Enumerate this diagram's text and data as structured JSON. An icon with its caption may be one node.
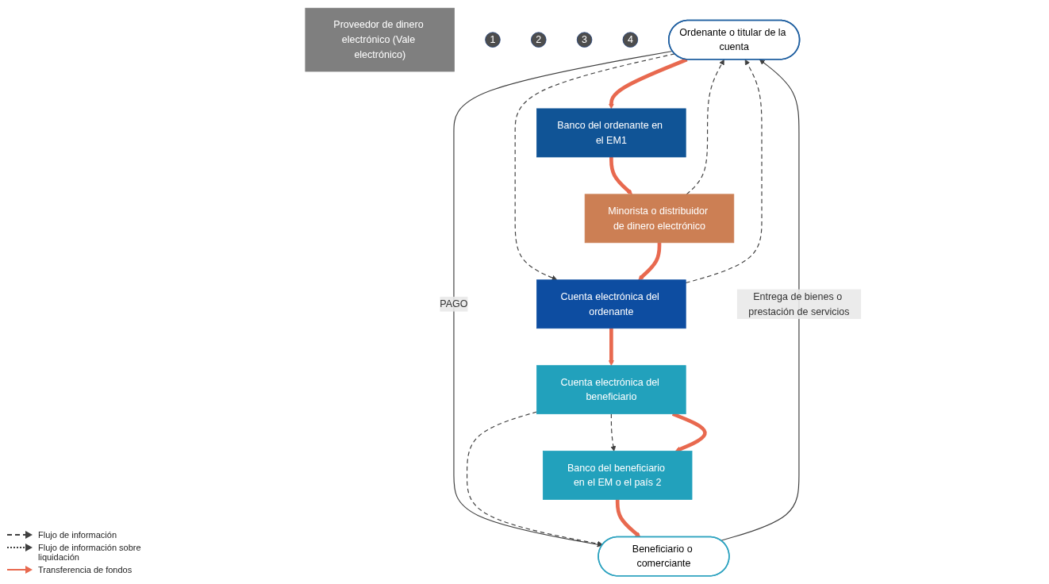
{
  "diagram": {
    "nodes": [
      {
        "text": [
          "Ordenante o titular de la cuenta"
        ]
      },
      {
        "text": [
          "Beneficiario o comerciante"
        ]
      },
      {
        "text": [
          "Minorista o distribuidor de dinero electrónico"
        ]
      },
      {
        "text": [
          "Cuenta electrónica del ordenante"
        ]
      },
      {
        "text": [
          "Proveedor de dinero electrónico (Vale electrónico)"
        ]
      },
      {
        "text": [
          "Cuenta electrónica del beneficiario"
        ]
      },
      {
        "text": [
          "Banco del ordenante en el EM1"
        ]
      },
      {
        "text": [
          "Banco del beneficiario en el EM o el país 2"
        ]
      },
      {
        "text": [
          "1"
        ]
      },
      {
        "text": [
          "2"
        ]
      },
      {
        "text": [
          "3"
        ]
      },
      {
        "text": [
          "4"
        ]
      }
    ],
    "edges": [
      {
        "from": 0,
        "to": 1,
        "arrow": "to",
        "label": "PAGO"
      },
      {
        "from": 1,
        "to": 0,
        "arrow": "to",
        "label": "Entrega de bienes o prestación de servicios"
      },
      {
        "from": 0,
        "to": 3,
        "arrow": "to",
        "style": "dashed"
      },
      {
        "from": 3,
        "to": 0,
        "arrow": "to",
        "style": "dashed"
      },
      {
        "from": 2,
        "to": 0,
        "arrow": "to",
        "style": "dashed"
      },
      {
        "from": 2,
        "to": 3,
        "arrow": "to",
        "style": "thick",
        "color": "#e8694f"
      },
      {
        "from": 6,
        "to": 2,
        "arrow": "to",
        "style": "thick",
        "color": "#e8694f"
      },
      {
        "from": 0,
        "to": 6,
        "arrow": "to",
        "style": "thick",
        "color": "#e8694f"
      },
      {
        "from": 3,
        "to": 5,
        "arrow": "to",
        "style": "thick",
        "color": "#e8694f"
      },
      {
        "from": 5,
        "to": 1,
        "arrow": "to",
        "style": "dashed"
      },
      {
        "from": 5,
        "to": 7,
        "arrow": "to",
        "style": "dashed"
      },
      {
        "from": 5,
        "to": 7,
        "arrow": "to",
        "style": "thick",
        "color": "#e8694f"
      },
      {
        "from": 7,
        "to": 1,
        "arrow": "to",
        "style": "thick",
        "color": "#e8694f"
      }
    ],
    "legend": [
      {
        "text": "Flujo de información"
      },
      {
        "text": "Flujo de información sobre liquidación"
      },
      {
        "text": "Transferencia de fondos"
      }
    ]
  }
}
